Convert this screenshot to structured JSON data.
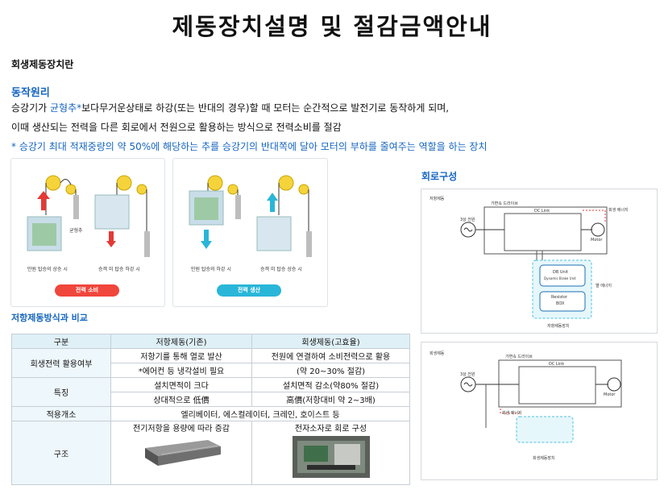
{
  "title": "제동장치설명 및 절감금액안내",
  "section1": "회생제동장치란",
  "subheading": "동작원리",
  "para1_a": "승강기가 ",
  "para1_b": "균형추*",
  "para1_c": "보다무거운상태로 하강(또는 반대의 경우)할 때 모터는 순간적으로 발전기로 동작하게 되며,",
  "para2": "이때 생산되는 전력을 다른 회로에서 전원으로 활용하는 방식으로 전력소비를 절감",
  "para3": "* 승강기 최대 적재중량의 약 50%에 해당하는 추를 승강기의 반대쪽에 달아 모터의 부하를 줄여주는 역할을 하는 장치",
  "panel_left": {
    "counterweight_label": "균형추",
    "caption1": "만원 탑승의 상승 시",
    "caption2": "승객 미 탑승 하강 시",
    "pill": "전력 소비",
    "pill_color": "#f0463c"
  },
  "panel_right": {
    "caption1": "만원 탑승의 하강 시",
    "caption2": "승객 미 탑승 상승 시",
    "pill": "전력 생산",
    "pill_color": "#29b6d8"
  },
  "circuit_title": "회로구성",
  "circuit1": {
    "label": "저항제동",
    "drive": "가변속 드라이브",
    "dclink": "DC Link",
    "source": "3상 전원",
    "regen": "회생 에너지",
    "motor": "Motor",
    "db_unit": "DB Unit",
    "db_sub": "Dynamic Brake Unit",
    "resistor": "Resistor",
    "box": "BOX",
    "heat": "열 에너지",
    "footer": "저항제동장치"
  },
  "circuit2": {
    "label": "회생제동",
    "drive": "가변속 드라이브",
    "dclink": "DC Link",
    "source": "3상 전원",
    "regen": "회생 에너지",
    "motor": "Motor",
    "footer": "회생제동장치"
  },
  "table_title": "저항제동방식과 비교",
  "table": {
    "headers": [
      "구분",
      "저항제동(기존)",
      "회생제동(고효율)"
    ],
    "r1_label": "회생전력 활용여부",
    "r1a_mid": "저항기를 통해 열로 발산",
    "r1a_right": "전원에 연결하여 소비전력으로 활용",
    "r1b_mid": "*에어컨 등 냉각설비 필요",
    "r1b_right": "(약 20~30% 절감)",
    "r2_label": "특징",
    "r2a_mid": "설치면적이 크다",
    "r2a_right": "설치면적 감소(약80% 절감)",
    "r2b_mid": "상대적으로 低價",
    "r2b_right": "高價(저항대비 약 2~3배)",
    "r3_label": "적용개소",
    "r3_value": "엘리베이터, 에스컬레이터, 크레인, 호이스트 등",
    "r4_label": "구조",
    "r4_mid": "전기저항을 용량에 따라 증감",
    "r4_right": "전자소자로 회로 구성"
  }
}
